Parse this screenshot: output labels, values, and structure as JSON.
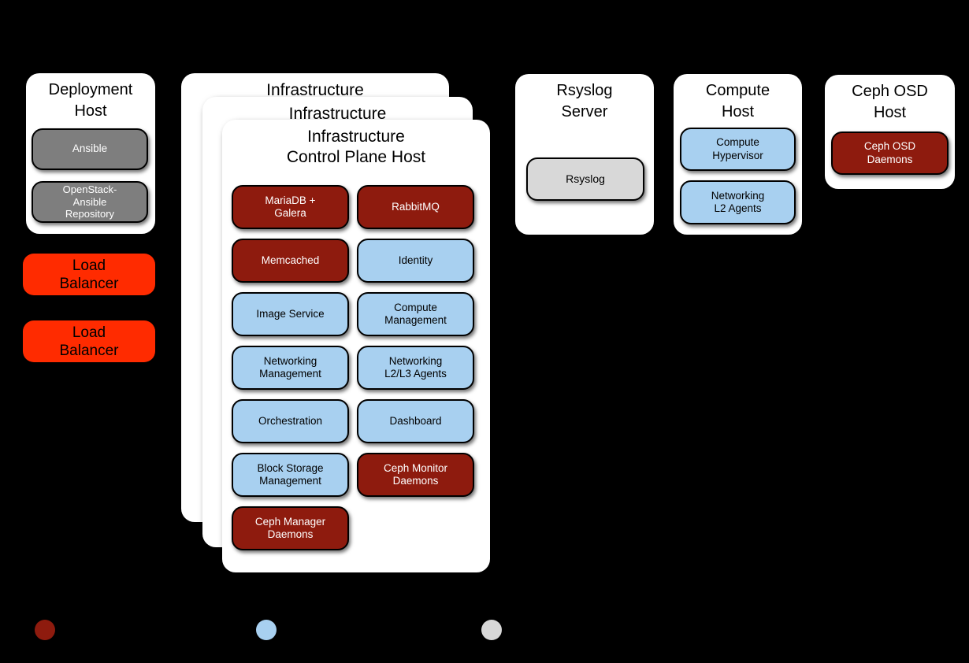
{
  "colors": {
    "background": "#000000",
    "card": "#FFFFFF",
    "maroon": "#8E1B0E",
    "blue": "#A8D0F0",
    "gray": "#7E7E7E",
    "light_gray": "#D8D8D8",
    "load_balancer_red": "#FF2B00",
    "title_text": "#000000",
    "light_text": "#FFFFFF"
  },
  "deployment_host": {
    "title": "Deployment\nHost",
    "services": [
      {
        "label": "Ansible",
        "type": "gray"
      },
      {
        "label": "OpenStack-\nAnsible\nRepository",
        "type": "gray"
      }
    ]
  },
  "load_balancers": [
    {
      "label": "Load\nBalancer"
    },
    {
      "label": "Load\nBalancer"
    }
  ],
  "infrastructure": {
    "back_title": "Infrastructure",
    "middle_title": "Infrastructure",
    "front_title": "Infrastructure\nControl Plane Host",
    "services": [
      {
        "label": "MariaDB +\nGalera",
        "type": "maroon"
      },
      {
        "label": "RabbitMQ",
        "type": "maroon"
      },
      {
        "label": "Memcached",
        "type": "maroon"
      },
      {
        "label": "Identity",
        "type": "blue"
      },
      {
        "label": "Image Service",
        "type": "blue"
      },
      {
        "label": "Compute\nManagement",
        "type": "blue"
      },
      {
        "label": "Networking\nManagement",
        "type": "blue"
      },
      {
        "label": "Networking\nL2/L3 Agents",
        "type": "blue"
      },
      {
        "label": "Orchestration",
        "type": "blue"
      },
      {
        "label": "Dashboard",
        "type": "blue"
      },
      {
        "label": "Block Storage\nManagement",
        "type": "blue"
      },
      {
        "label": "Ceph Monitor\nDaemons",
        "type": "maroon"
      },
      {
        "label": "Ceph Manager\nDaemons",
        "type": "maroon"
      }
    ]
  },
  "rsyslog_server": {
    "title": "Rsyslog\nServer",
    "services": [
      {
        "label": "Rsyslog",
        "type": "light_gray"
      }
    ]
  },
  "compute_host": {
    "title": "Compute\nHost",
    "services": [
      {
        "label": "Compute\nHypervisor",
        "type": "blue"
      },
      {
        "label": "Networking\nL2 Agents",
        "type": "blue"
      }
    ]
  },
  "ceph_osd_host": {
    "title": "Ceph OSD\nHost",
    "services": [
      {
        "label": "Ceph OSD\nDaemons",
        "type": "maroon"
      }
    ]
  },
  "legend": {
    "dots": [
      {
        "name": "maroon-dot",
        "color": "#8E1B0E"
      },
      {
        "name": "blue-dot",
        "color": "#A8D0F0"
      },
      {
        "name": "gray-dot",
        "color": "#D8D8D8"
      }
    ]
  }
}
